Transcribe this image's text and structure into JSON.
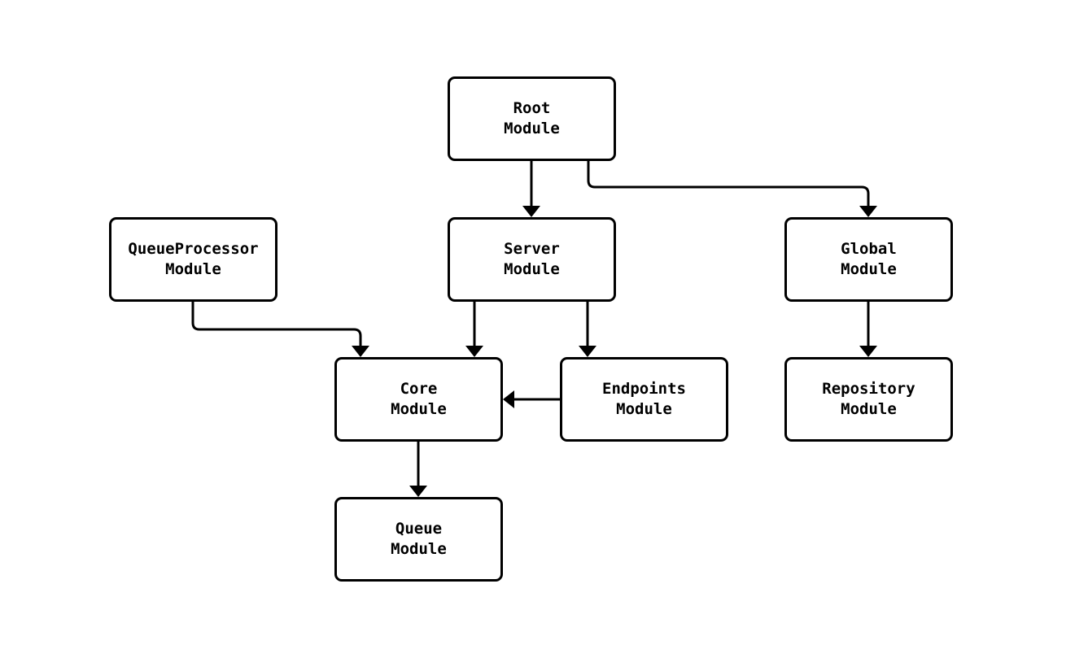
{
  "diagram": {
    "type": "flowchart",
    "direction": "top-down",
    "background_color": "#ffffff",
    "node_fill_color": "#ffffff",
    "node_border_color": "#000000",
    "edge_color": "#000000",
    "text_color": "#000000",
    "nodes": [
      {
        "id": "root",
        "line1": "Root",
        "line2": "Module"
      },
      {
        "id": "queueprocessor",
        "line1": "QueueProcessor",
        "line2": "Module"
      },
      {
        "id": "server",
        "line1": "Server",
        "line2": "Module"
      },
      {
        "id": "global",
        "line1": "Global",
        "line2": "Module"
      },
      {
        "id": "core",
        "line1": "Core",
        "line2": "Module"
      },
      {
        "id": "endpoints",
        "line1": "Endpoints",
        "line2": "Module"
      },
      {
        "id": "repository",
        "line1": "Repository",
        "line2": "Module"
      },
      {
        "id": "queue",
        "line1": "Queue",
        "line2": "Module"
      }
    ],
    "edges": [
      {
        "from": "Root Module",
        "to": "Server Module"
      },
      {
        "from": "Root Module",
        "to": "Global Module"
      },
      {
        "from": "QueueProcessor Module",
        "to": "Core Module"
      },
      {
        "from": "Server Module",
        "to": "Core Module"
      },
      {
        "from": "Server Module",
        "to": "Endpoints Module"
      },
      {
        "from": "Endpoints Module",
        "to": "Core Module"
      },
      {
        "from": "Global Module",
        "to": "Repository Module"
      },
      {
        "from": "Core Module",
        "to": "Queue Module"
      }
    ]
  }
}
